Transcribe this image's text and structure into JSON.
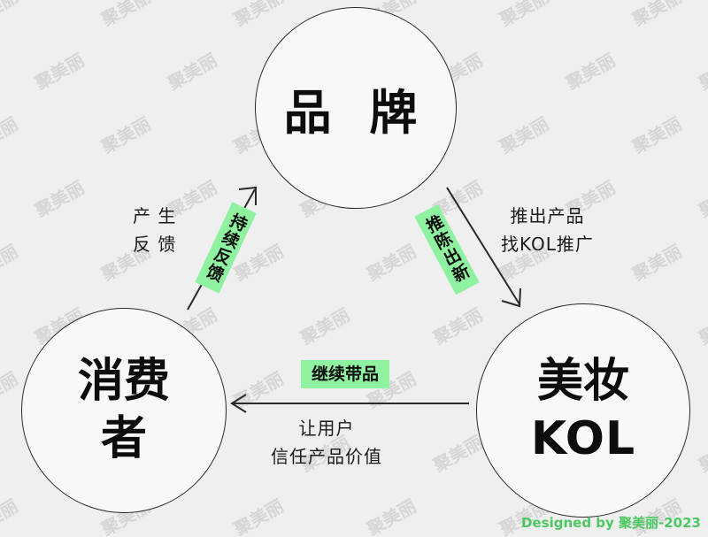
{
  "nodes": {
    "brand": "品 牌",
    "consumer_line1": "消费",
    "consumer_line2": "者",
    "kol_line1": "美妆",
    "kol_line2": "KOL"
  },
  "edges": {
    "consumer_to_brand_label_line1": "产 生",
    "consumer_to_brand_label_line2": "反 馈",
    "consumer_to_brand_tag": "持续反馈",
    "brand_to_kol_label_line1": "推出产品",
    "brand_to_kol_label_line2": "找KOL推广",
    "brand_to_kol_tag": "推陈出新",
    "kol_to_consumer_tag": "继续带品",
    "kol_to_consumer_label_line1": "让用户",
    "kol_to_consumer_label_line2": "信任产品价值"
  },
  "watermark": "聚美丽",
  "footer": "Designed by 聚美丽-2023",
  "colors": {
    "background": "#efefef",
    "tag": "#8ff2a0",
    "footer": "#4cc862",
    "line": "#2a2a2a"
  }
}
